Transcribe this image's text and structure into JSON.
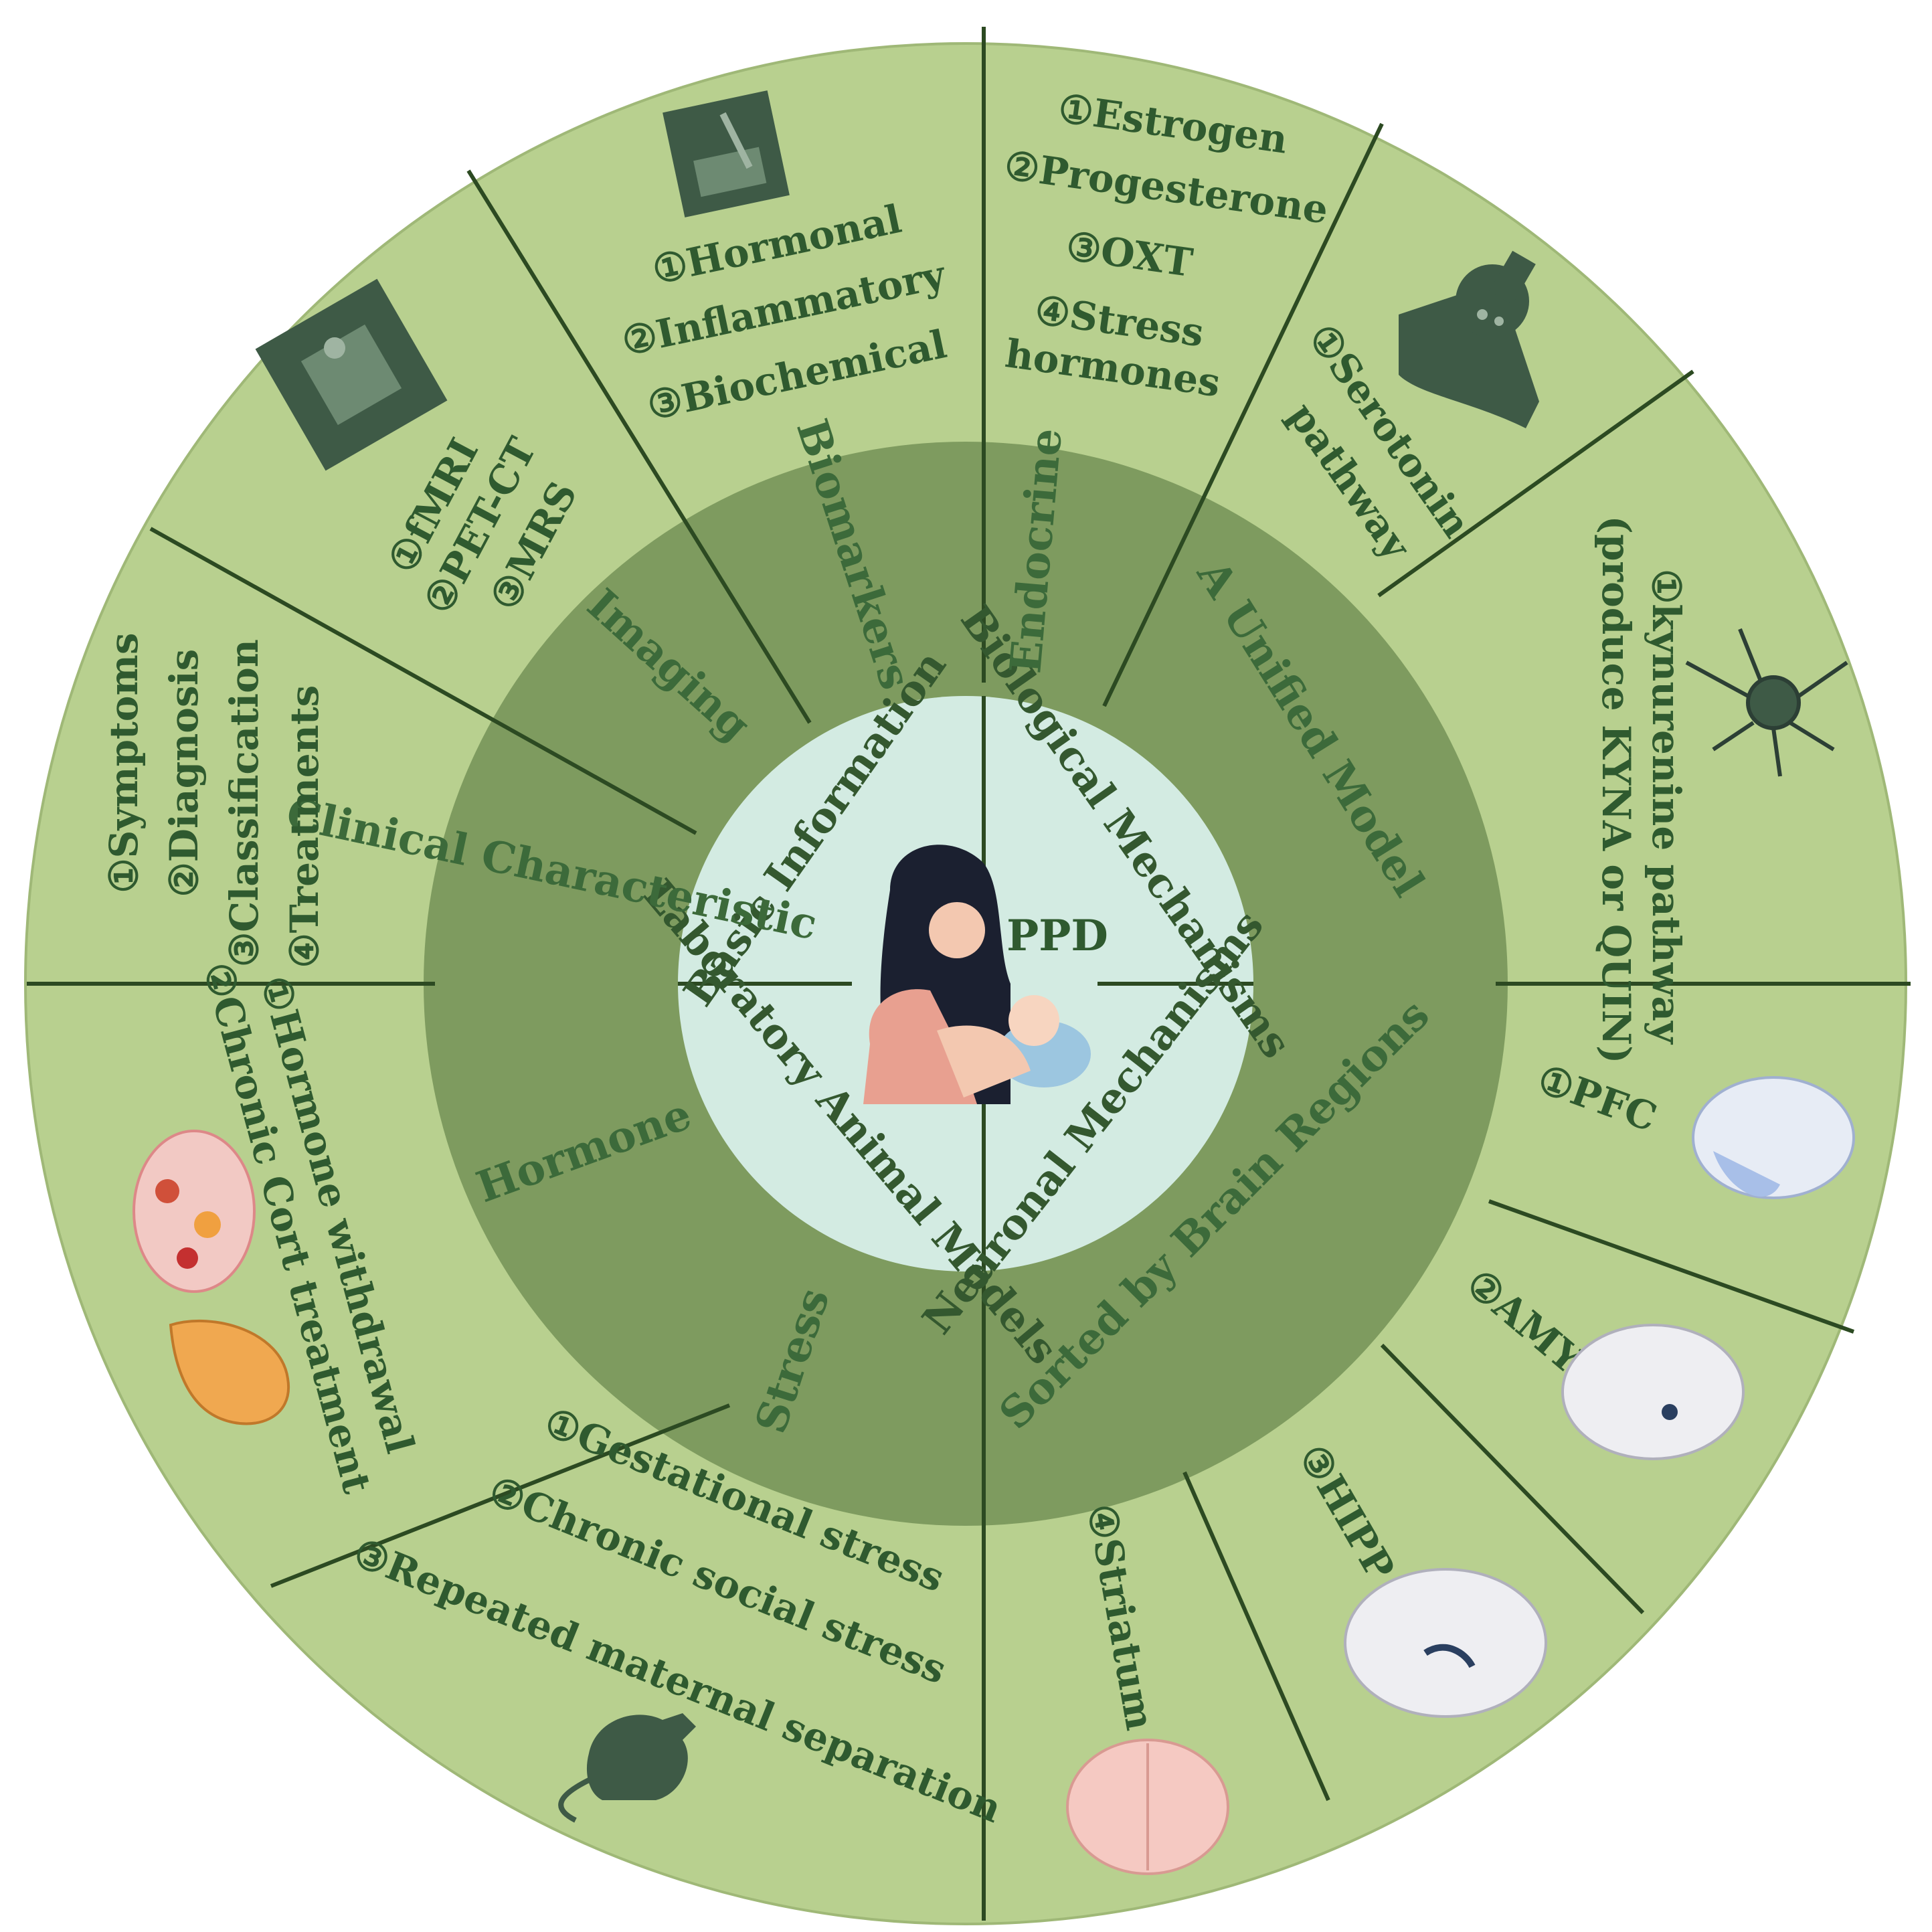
{
  "center": {
    "label": "PPD"
  },
  "quadrants": {
    "basic_information": "Basic Information",
    "biological_mechanisms": "Biological Mechanisms",
    "laboratory_animal_models": "Laboratory Animal Models",
    "neuronal_mechanisms": "Neuronal Mechanisms"
  },
  "middle_ring": {
    "imaging": "Imaging",
    "biomarkers": "Biomarkers",
    "clinical_characteristic": "Clinical Characteristic",
    "endocrine": "Endocrine",
    "unified_model": "A Unified Model",
    "hormone": "Hormone",
    "stress": "Stress",
    "sorted_by_brain_regions": "Sorted by Brain Regions"
  },
  "outer_ring": {
    "clinical": [
      "①Symptoms",
      "②Diagnosis",
      "③Classification",
      "④Treatments"
    ],
    "imaging": [
      "①fMRI",
      "②PET-CT",
      "③MRS"
    ],
    "biomarkers": [
      "①Hormonal",
      "②Inflammatory",
      "③Biochemical"
    ],
    "endocrine": [
      "①Estrogen",
      "②Progesterone",
      "③OXT",
      "④Stress",
      "hormones"
    ],
    "serotonin": [
      "①Serotonin",
      "pathway"
    ],
    "kynurenine": [
      "①kynurenine pathway",
      "(produce KYNA or QUIN)"
    ],
    "hormone_models": [
      "①Hormone withdrawal",
      "②Chronic Cort treatment"
    ],
    "stress_models": [
      "①Gestational stress",
      "②Chronic social stress",
      "③Repeated maternal separation"
    ],
    "brain_regions": {
      "pfc": "①PFC",
      "amy": "②AMY",
      "hipp": "③HIPP",
      "striatum": "④Striatum"
    }
  },
  "colors": {
    "outer_ring": "#b8d08f",
    "middle_ring": "#7e9b5f",
    "inner_circle": "#d3ebe2",
    "divider": "#2c4a22",
    "text": "#2f5a2f"
  },
  "icons": [
    "mri-scanner-icon",
    "test-tube-icon",
    "synapse-icon",
    "neuron-icon",
    "brain-pfc-icon",
    "brain-amy-icon",
    "brain-hipp-icon",
    "brain-striatum-icon",
    "mouse-icon",
    "ovary-icon",
    "adrenal-gland-icon",
    "mother-infant-icon"
  ]
}
